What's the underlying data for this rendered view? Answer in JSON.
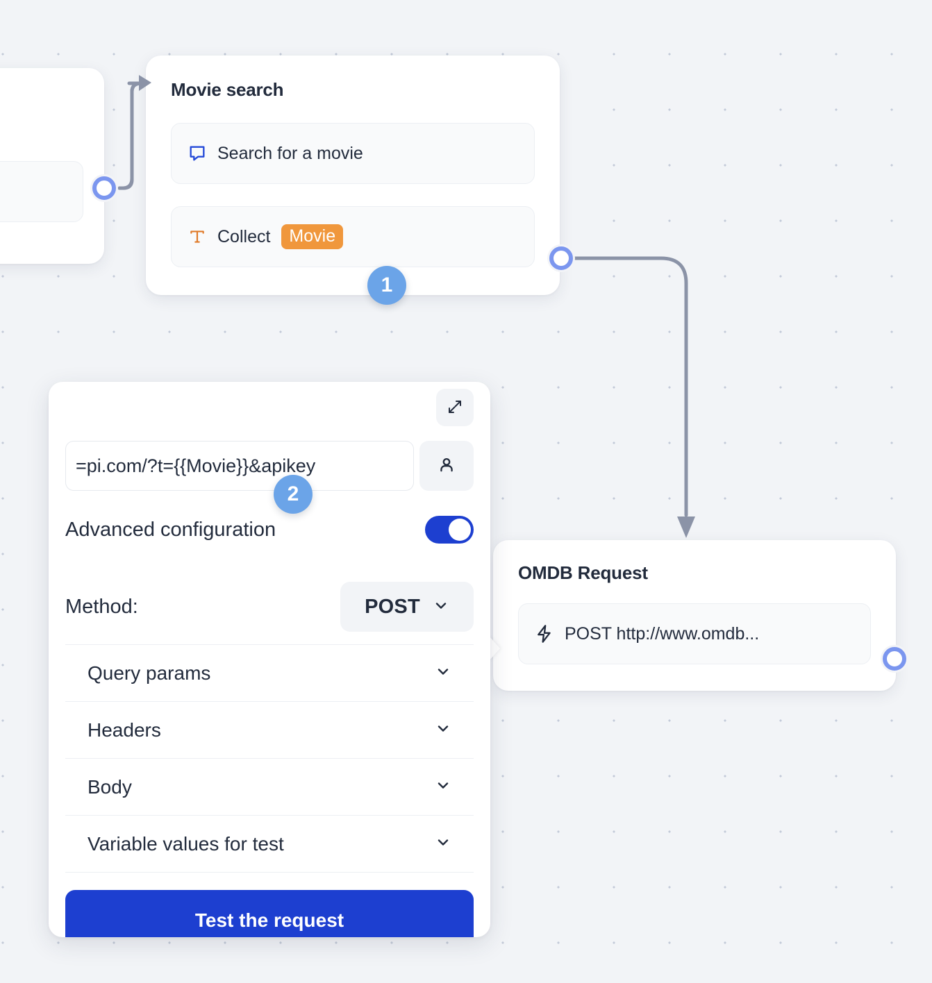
{
  "canvas": {
    "background_color": "#f2f4f7",
    "dot_color": "#c3cad8"
  },
  "nodes": [
    {
      "id": "partial",
      "title": "",
      "rows": []
    },
    {
      "id": "movie-search",
      "title": "Movie search",
      "rows": [
        {
          "icon": "message-bubble-icon",
          "label": "Search for a movie"
        },
        {
          "icon": "text-field-icon",
          "label": "Collect",
          "variable": "Movie"
        }
      ]
    },
    {
      "id": "omdb",
      "title": "OMDB Request",
      "rows": [
        {
          "icon": "lightning-bolt-icon",
          "label": "POST http://www.omdb..."
        }
      ]
    }
  ],
  "config_panel": {
    "expand_icon": "expand-diagonal-icon",
    "url": {
      "value": "pi.com/?t={{Movie}}&apikey=",
      "placeholder": "Enter request URL"
    },
    "identity_icon": "person-icon",
    "advanced": {
      "label": "Advanced configuration",
      "enabled": true,
      "accent_color": "#1d3fd0"
    },
    "method": {
      "label": "Method:",
      "value": "POST",
      "chevron_icon": "chevron-down-icon"
    },
    "sections": [
      {
        "label": "Query params",
        "chevron_icon": "chevron-down-icon",
        "expanded": false
      },
      {
        "label": "Headers",
        "chevron_icon": "chevron-down-icon",
        "expanded": false
      },
      {
        "label": "Body",
        "chevron_icon": "chevron-down-icon",
        "expanded": false
      },
      {
        "label": "Variable values for test",
        "chevron_icon": "chevron-down-icon",
        "expanded": false
      }
    ],
    "test_button_label": "Test the request"
  },
  "callouts": [
    {
      "number": "1",
      "color": "#6ba4e8"
    },
    {
      "number": "2",
      "color": "#6ba4e8"
    }
  ],
  "colors": {
    "variable_chip": "#f0973c",
    "port_ring": "#7b96ef",
    "edge": "#8b93a7",
    "primary": "#1d3fd0",
    "text": "#222b3c"
  }
}
